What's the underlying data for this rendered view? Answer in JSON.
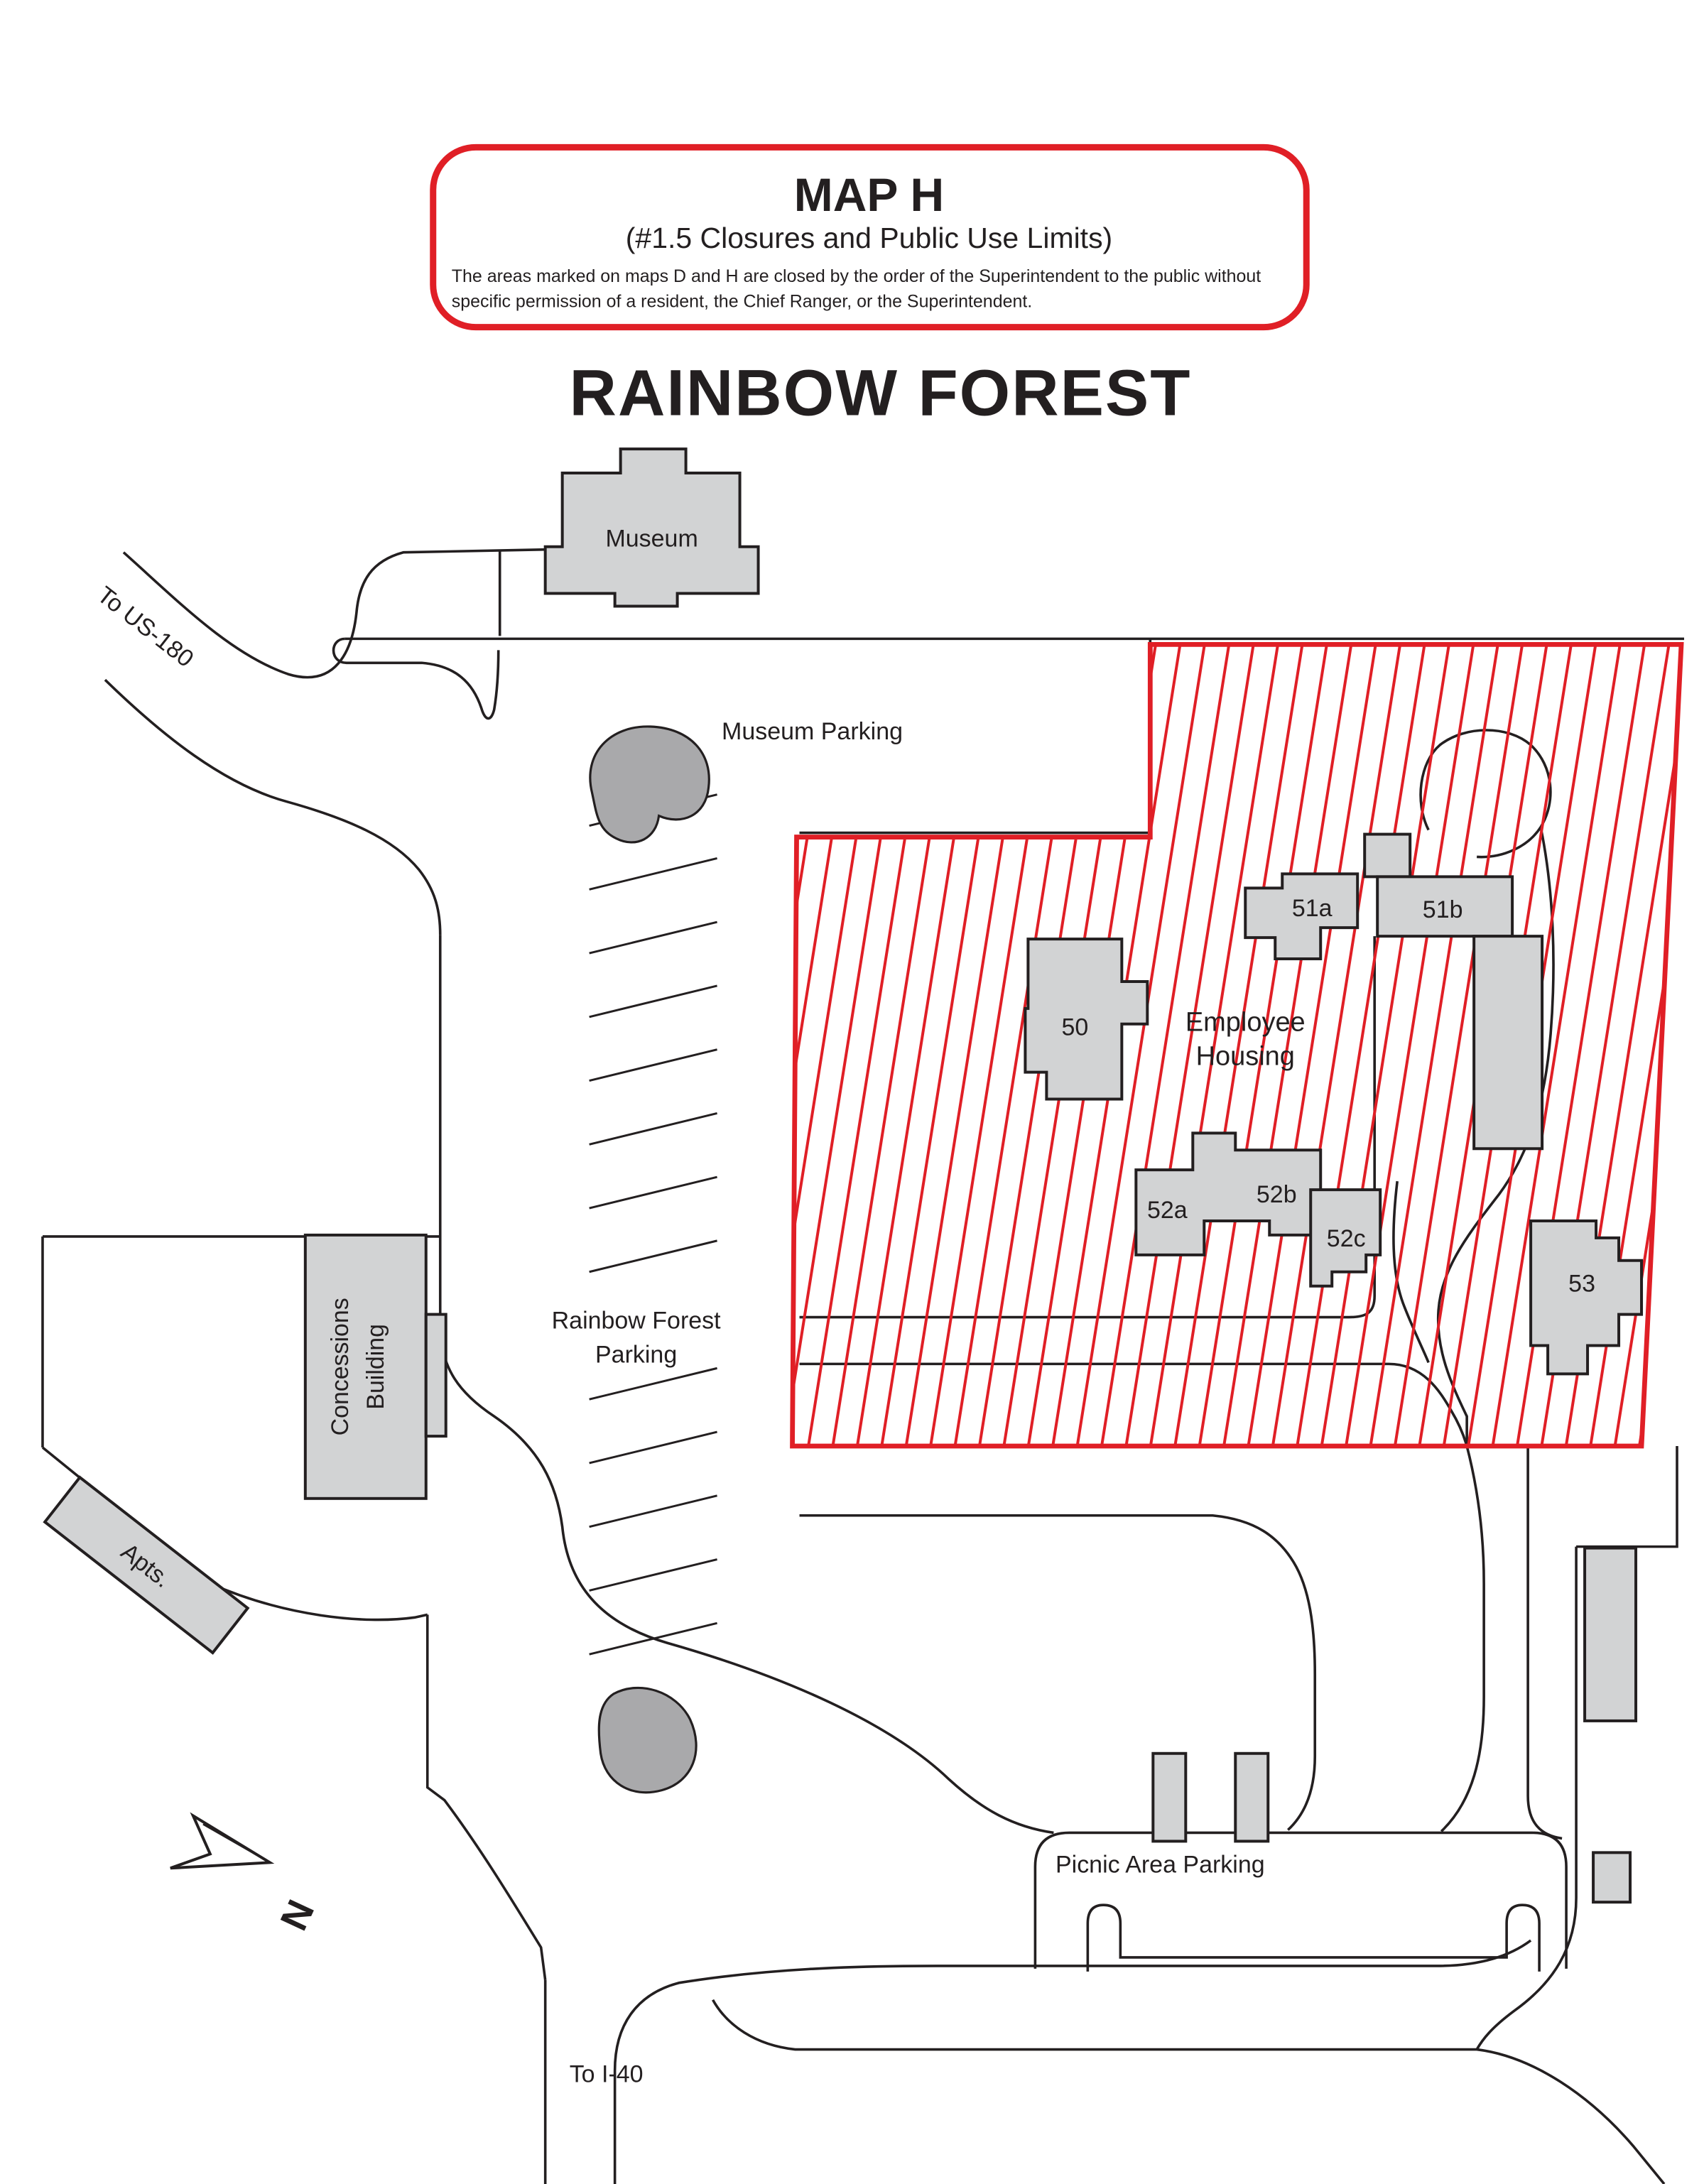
{
  "colors": {
    "closure_red": "#e01f26",
    "line_black": "#231f20",
    "building_gray": "#d2d3d4",
    "vegetation_gray": "#a9a9ab",
    "background": "#ffffff"
  },
  "header": {
    "title": "MAP H",
    "subtitle": "(#1.5 Closures and Public Use Limits)",
    "note_line1": "The areas marked on maps D and H are closed by the order of the Superintendent to the public without",
    "note_line2": "specific permission of a resident, the Chief Ranger, or the Superintendent."
  },
  "map": {
    "title": "RAINBOW FOREST",
    "labels": {
      "museum": "Museum",
      "to_us180": "To US-180",
      "museum_parking": "Museum Parking",
      "rainbow_forest_parking_line1": "Rainbow Forest",
      "rainbow_forest_parking_line2": "Parking",
      "employee_housing_line1": "Employee",
      "employee_housing_line2": "Housing",
      "concessions_line1": "Concessions",
      "concessions_line2": "Building",
      "apts": "Apts.",
      "picnic_area_parking": "Picnic Area Parking",
      "to_i40": "To I-40",
      "north": "N"
    },
    "building_numbers": {
      "b50": "50",
      "b51a": "51a",
      "b51b": "51b",
      "b52a": "52a",
      "b52b": "52b",
      "b52c": "52c",
      "b53": "53"
    }
  }
}
